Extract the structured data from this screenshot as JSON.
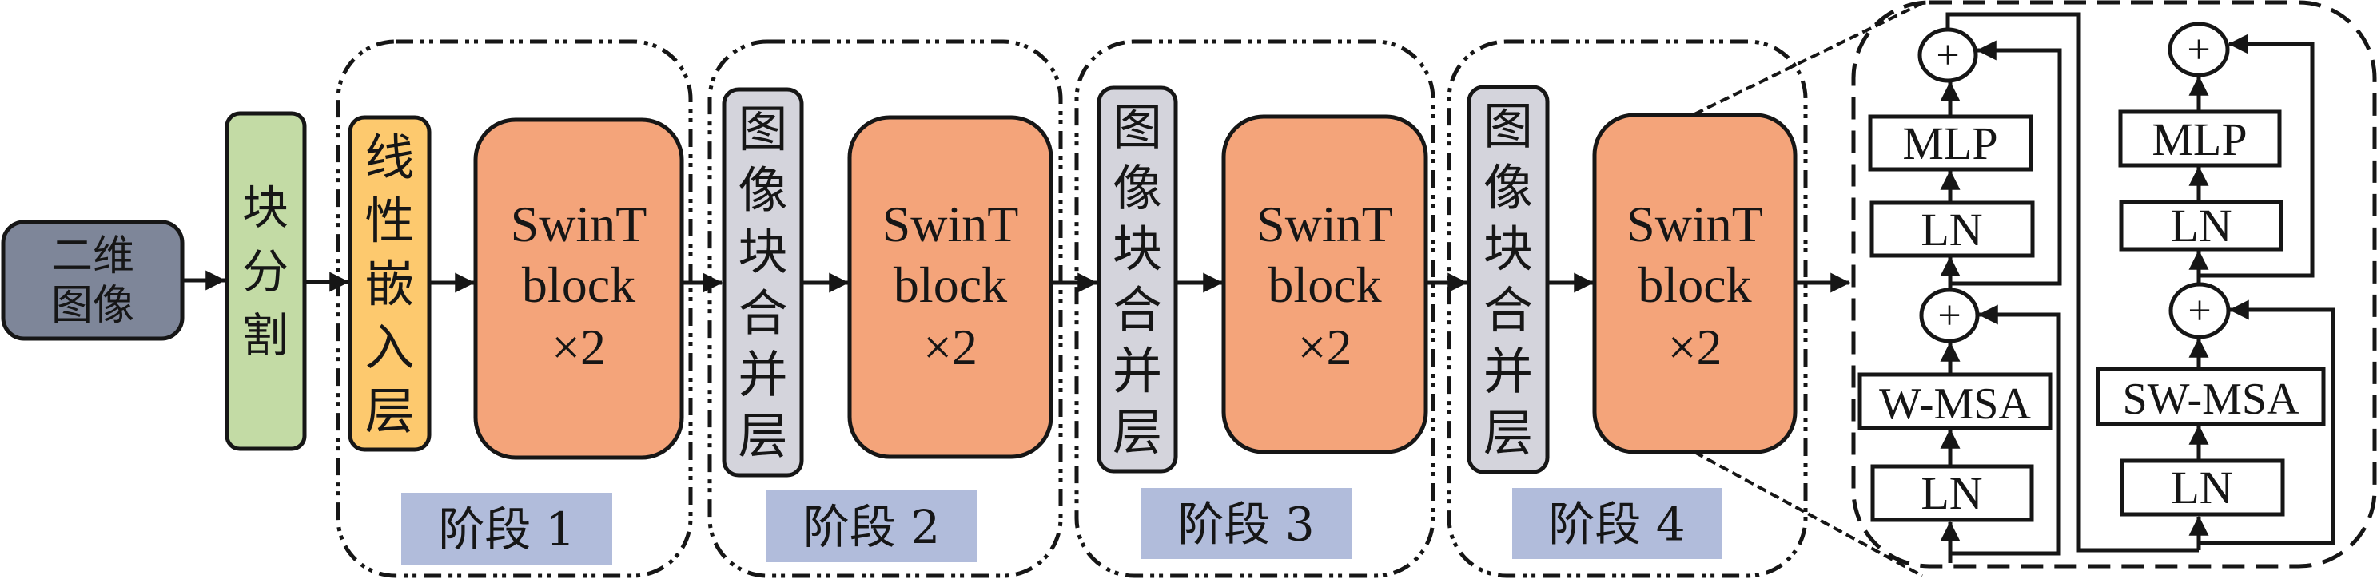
{
  "figure": {
    "colors": {
      "input": "#7e8699",
      "patch_partition": "#c3dba5",
      "linear_embedding": "#fdc96e",
      "swin_block": "#f4a47a",
      "patch_merging": "#d4d4dc",
      "stage_label": "#b1bcdb",
      "stroke": "#161616"
    },
    "input": {
      "line1": "二维",
      "line2": "图像"
    },
    "patch_partition": {
      "chars": [
        "块",
        "分",
        "割"
      ]
    },
    "stages": [
      {
        "label": "阶段 1",
        "pre_layer": {
          "type": "linear_embedding",
          "chars": [
            "线",
            "性",
            "嵌",
            "入",
            "层"
          ]
        },
        "block": {
          "line1": "SwinT",
          "line2": "block",
          "line3": "×2"
        }
      },
      {
        "label": "阶段 2",
        "pre_layer": {
          "type": "patch_merging",
          "chars": [
            "图",
            "像",
            "块",
            "合",
            "并",
            "层"
          ]
        },
        "block": {
          "line1": "SwinT",
          "line2": "block",
          "line3": "×2"
        }
      },
      {
        "label": "阶段 3",
        "pre_layer": {
          "type": "patch_merging",
          "chars": [
            "图",
            "像",
            "块",
            "合",
            "并",
            "层"
          ]
        },
        "block": {
          "line1": "SwinT",
          "line2": "block",
          "line3": "×2"
        }
      },
      {
        "label": "阶段 4",
        "pre_layer": {
          "type": "patch_merging",
          "chars": [
            "图",
            "像",
            "块",
            "合",
            "并",
            "层"
          ]
        },
        "block": {
          "line1": "SwinT",
          "line2": "block",
          "line3": "×2"
        }
      }
    ],
    "detail": {
      "left_column": {
        "top_box": "MLP",
        "mid_box": "LN",
        "attn_box": "W-MSA",
        "bottom_box": "LN",
        "sum_symbol": "+"
      },
      "right_column": {
        "top_box": "MLP",
        "mid_box": "LN",
        "attn_box": "SW-MSA",
        "bottom_box": "LN",
        "sum_symbol": "+"
      }
    }
  }
}
